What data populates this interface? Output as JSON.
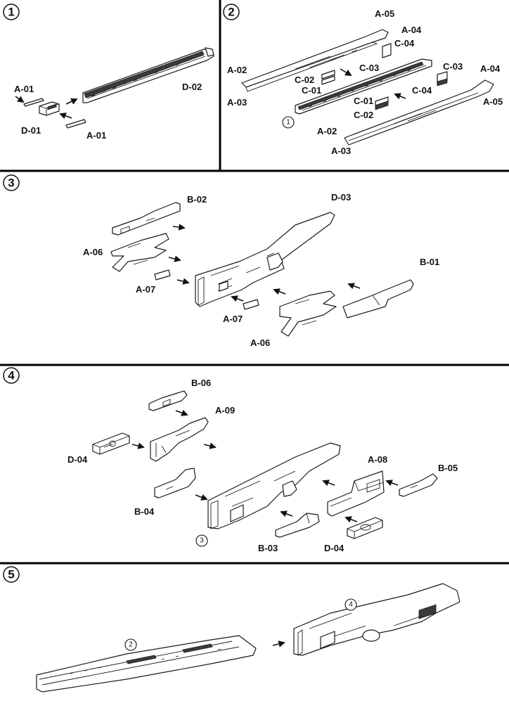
{
  "steps": [
    {
      "number": "1",
      "labels": [
        "A-01",
        "D-01",
        "A-01",
        "D-02"
      ]
    },
    {
      "number": "2",
      "ref": "1",
      "labels": [
        "A-05",
        "A-04",
        "C-04",
        "A-02",
        "A-03",
        "C-02",
        "C-01",
        "C-03",
        "C-03",
        "A-04",
        "C-04",
        "C-01",
        "C-02",
        "A-05",
        "A-02",
        "A-03"
      ]
    },
    {
      "number": "3",
      "labels": [
        "B-02",
        "D-03",
        "A-06",
        "B-01",
        "A-07",
        "A-07",
        "A-06"
      ]
    },
    {
      "number": "4",
      "ref": "3",
      "labels": [
        "B-06",
        "A-09",
        "D-04",
        "A-08",
        "B-05",
        "B-04",
        "B-03",
        "D-04"
      ]
    },
    {
      "number": "5",
      "refs": [
        "2",
        "4"
      ]
    }
  ]
}
